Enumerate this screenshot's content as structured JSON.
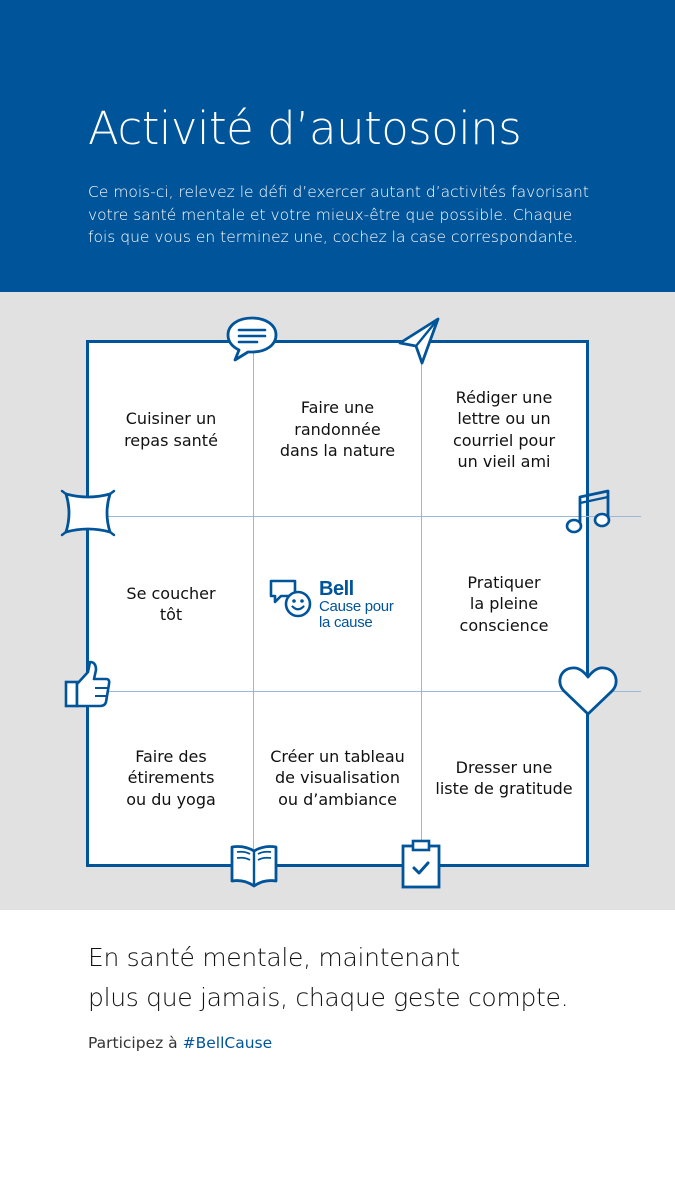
{
  "header": {
    "title": "Activité d’autosoins",
    "intro": "Ce mois-ci, relevez le défi d’exercer autant d’activités favorisant votre santé mentale et votre mieux-être que possible. Chaque fois que vous en terminez une, cochez la case correspondante."
  },
  "activities": [
    {
      "lines": [
        "Cuisiner un",
        "repas santé"
      ]
    },
    {
      "lines": [
        "Faire une",
        "randonnée",
        "dans la nature"
      ]
    },
    {
      "lines": [
        "Rédiger une",
        "lettre ou un",
        "courriel pour",
        "un vieil ami"
      ]
    },
    {
      "lines": [
        "Se coucher",
        "tôt"
      ]
    },
    {
      "lines": [
        "Pratiquer",
        "la pleine",
        "conscience"
      ]
    },
    {
      "lines": [
        "Faire des",
        "étirements",
        "ou du yoga"
      ]
    },
    {
      "lines": [
        "Créer un tableau",
        "de visualisation",
        "ou d’ambiance"
      ]
    },
    {
      "lines": [
        "Dresser une",
        "liste de gratitude"
      ]
    }
  ],
  "logo": {
    "brand": "Bell",
    "tagline_lines": [
      "Cause pour",
      "la cause"
    ]
  },
  "icons": [
    "chat-bubble-icon",
    "paper-plane-icon",
    "pillow-icon",
    "music-note-icon",
    "thumbs-up-icon",
    "heart-icon",
    "open-book-icon",
    "clipboard-check-icon"
  ],
  "colors": {
    "brand_blue": "#00549a",
    "background_gray": "#e1e1e1",
    "grid_line": "#9bb7d4"
  },
  "footer": {
    "tagline_lines": [
      "En santé mentale, maintenant",
      "plus que jamais, chaque geste compte."
    ],
    "cta_prefix": "Participez à",
    "cta_hashtag": "#BellCause"
  }
}
